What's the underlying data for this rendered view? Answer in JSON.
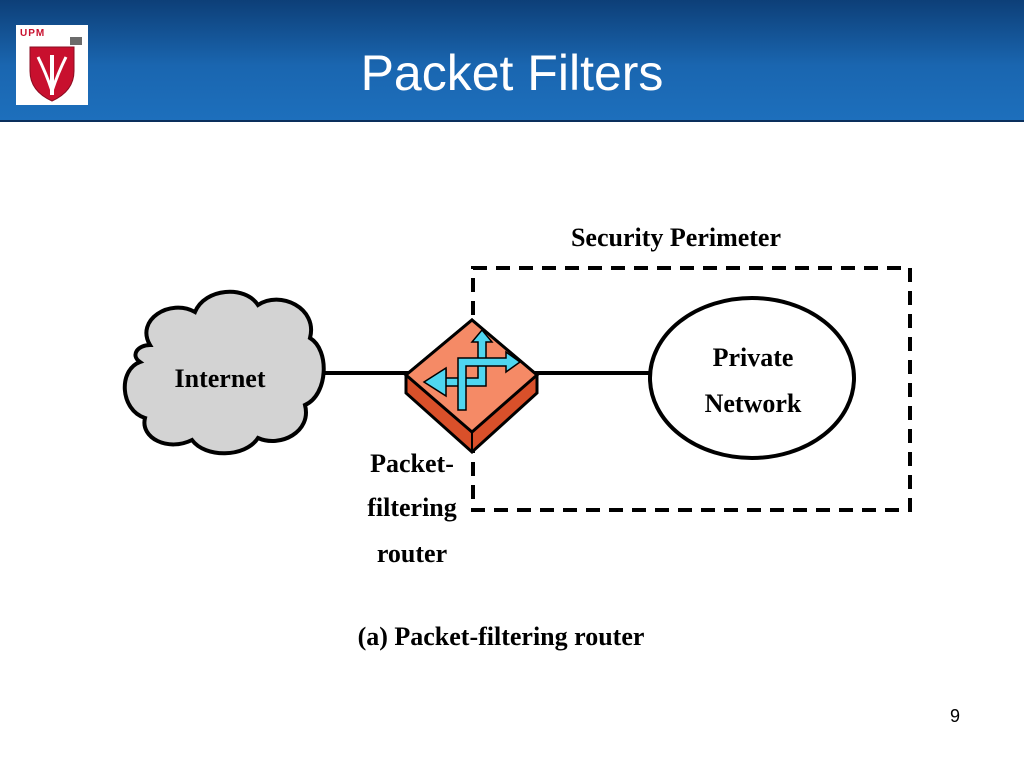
{
  "slide": {
    "title": "Packet Filters",
    "page_number": "9",
    "logo_text": "UPM"
  },
  "diagram": {
    "internet_label": "Internet",
    "private_network_label_line1": "Private",
    "private_network_label_line2": "Network",
    "security_perimeter_label": "Security Perimeter",
    "router_label_line1": "Packet-",
    "router_label_line2": "filtering",
    "router_label_line3": "router",
    "caption": "(a) Packet-filtering router"
  },
  "colors": {
    "header_blue": "#1a66b0",
    "router_top": "#f58a66",
    "router_side": "#d9502a",
    "arrow_cyan": "#4fd6f0",
    "cloud_gray": "#d3d3d3"
  }
}
